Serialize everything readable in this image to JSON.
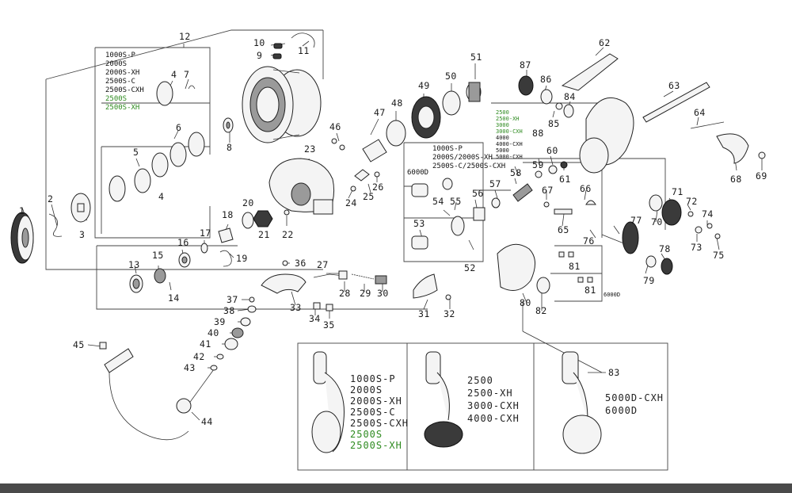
{
  "part_numbers": [
    "1",
    "2",
    "3",
    "4",
    "4",
    "5",
    "6",
    "7",
    "8",
    "9",
    "10",
    "11",
    "12",
    "13",
    "14",
    "15",
    "16",
    "17",
    "18",
    "19",
    "20",
    "21",
    "22",
    "23",
    "24",
    "25",
    "26",
    "27",
    "28",
    "29",
    "30",
    "31",
    "32",
    "33",
    "34",
    "35",
    "36",
    "37",
    "38",
    "39",
    "40",
    "41",
    "42",
    "43",
    "44",
    "45",
    "46",
    "47",
    "48",
    "49",
    "50",
    "51",
    "52",
    "53",
    "54",
    "55",
    "56",
    "57",
    "58",
    "59",
    "60",
    "61",
    "62",
    "63",
    "64",
    "65",
    "66",
    "67",
    "68",
    "69",
    "70",
    "71",
    "72",
    "73",
    "74",
    "75",
    "76",
    "77",
    "78",
    "79",
    "80",
    "81",
    "81",
    "82",
    "83",
    "84",
    "85",
    "86",
    "87",
    "88"
  ],
  "spool_models": [
    "1000S-P",
    "2000S",
    "2000S-XH",
    "2500S-C",
    "2500S-CXH",
    "2500S",
    "2500S-XH"
  ],
  "rotor_label_6000d": "6000D",
  "rotor_models": [
    "1000S-P",
    "2000S/2000S-XH",
    "2500S-C/2500S-CXH"
  ],
  "pinion_models": [
    "2500",
    "2500-XH",
    "3000",
    "3000-CXH",
    "4000",
    "4000-CXH",
    "5000",
    "5000-CXH"
  ],
  "body_label_6000d": "6000D",
  "handle_a_models": [
    "1000S-P",
    "2000S",
    "2000S-XH",
    "2500S-C",
    "2500S-CXH",
    "2500S",
    "2500S-XH"
  ],
  "handle_b_models": [
    "2500",
    "2500-XH",
    "3000-CXH",
    "4000-CXH"
  ],
  "handle_c_models": [
    "5000D-CXH",
    "6000D"
  ],
  "colors": {
    "line": "#333333",
    "highlight": "#2e8b20",
    "bottom_bar": "#4a4a4a"
  }
}
